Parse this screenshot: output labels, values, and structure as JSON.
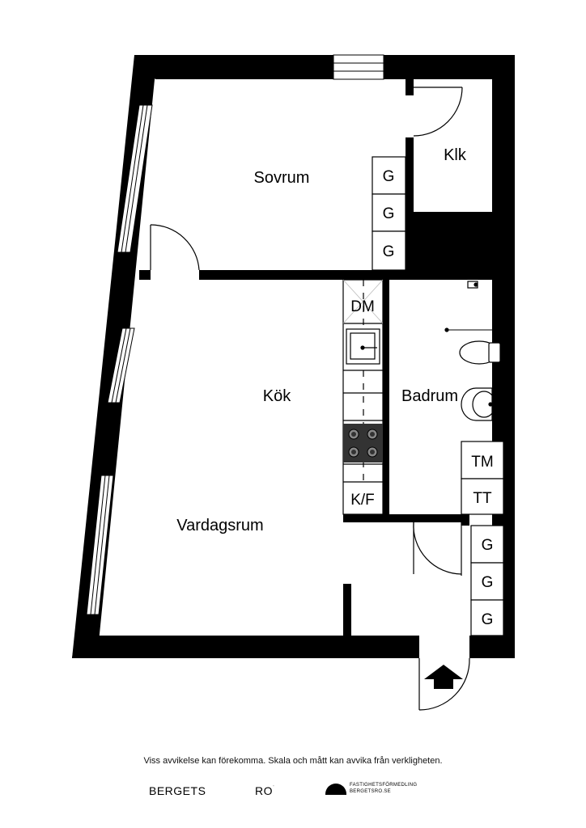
{
  "rooms": {
    "sovrum": "Sovrum",
    "klk": "Klk",
    "kok": "Kök",
    "badrum": "Badrum",
    "vardagsrum": "Vardagsrum"
  },
  "fixtures": {
    "wardrobe_top": [
      "G",
      "G",
      "G"
    ],
    "wardrobe_bottom": [
      "G",
      "G",
      "G"
    ],
    "dishwasher": "DM",
    "fridge_freezer": "K/F",
    "washing_machine": "TM",
    "dryer": "TT"
  },
  "footer": {
    "disclaimer": "Viss avvikelse kan förekomma. Skala och mått kan avvika från verkligheten.",
    "brand_left": "BERGETS",
    "brand_mid": "RO",
    "brand_mid_mark": "˙",
    "agency_line1": "FASTIGHETSFÖRMEDLING",
    "agency_line2": "BERGETSRO.SE"
  }
}
